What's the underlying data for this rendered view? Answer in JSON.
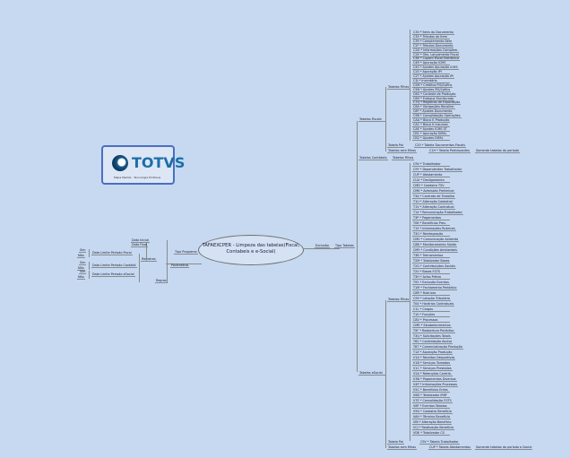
{
  "logo": {
    "brand": "TOTVS",
    "tagline": "Mapa Mental - Tecnologia Protheus"
  },
  "central": {
    "line1": "TAFAEXCPER - Limpeza das tabelas(Fiscal,",
    "line2": "Contabeis e e-Social)"
  },
  "left": {
    "parametros": "Parâmetros",
    "tipo_programa": "Tipo Programa",
    "registros": "Registros",
    "regras": "Regras",
    "data_inicio": "Data Inicial",
    "data_fim": "Data Final",
    "filial": [
      "Data Limite Período Fiscal",
      "Data Limite Período Contábil",
      "Data Limite Período eSocial"
    ],
    "sim": "Sim",
    "nao": "Não"
  },
  "right": {
    "exclusao": "Exclusão",
    "tipo_tabelas": "Tipo Tabelas",
    "fiscais": "Tabelas Fiscais",
    "contabeis": "Tabelas Contábeis",
    "esocial": "Tabelas eSocial",
    "filhas": "Tabelas Filhas",
    "pai": "Tabela Pai",
    "pai_val": "C20 * Tabela Documentos Fiscais",
    "sem_filhas": "Tabelas sem filhas",
    "sem_filhas_val": "C1H * Tabela Participantes",
    "obs": "Somente tabelas do período",
    "ctb_filhas": "Tabelas Filhas",
    "fiscal_items": [
      "C30 * Itens do Documento",
      "C35 * Tributos do Item",
      "C39 * Complemento Item",
      "C2F * Tributos Documento",
      "C2D * Informações Complem.",
      "C2K * Obs. Lançamento Fiscal",
      "C3K * Cupom Fiscal Eletrônico",
      "C4R * Apuração ICMS",
      "C4S * Ajustes Apuração ICMS",
      "C2S * Apuração IPI",
      "C2T * Ajustes Apuração IPI",
      "C3J * Inventário",
      "C5M * Créditos PIS/Cofins",
      "C5N * Ajustes PIS/Cofins",
      "C6G * Controle de Produção",
      "C6H * Estoque Escriturado",
      "C7Q * Registros de Exportação",
      "C8A * Obrigações Recolher",
      "C8F * Ajustes Documento",
      "C9B * Consolidação Operações",
      "CAA * Bloco K Produção",
      "CAC * Bloco K Insumos",
      "CAE * Ajustes ICMS ST",
      "CB1 * Apuração DIFAL",
      "CB2 * Ajustes DIFAL"
    ],
    "esocial_items": [
      "C9V * Trabalhador",
      "C9Y * Dependentes Trabalhador",
      "CUP * Afastamento",
      "CUU * Desligamento",
      "CMD * Cadastro TSV",
      "CM6 * Admissão Preliminar",
      "T3A * Contrato de Trabalho",
      "T1U * Alteração Cadastral",
      "T1V * Alteração Contratual",
      "T14 * Remuneração Trabalhador",
      "T3P * Pagamentos",
      "T06 * Benefícios Prev.",
      "T1S * Informações Rubricas",
      "T3G * Reintegração",
      "CM0 * Comunicação Acidente",
      "C8B * Monitoramento Saúde",
      "CM9 * Condições Ambientais",
      "T3B * Treinamentos",
      "T2M * Totalizador Bases",
      "T2G * Contribuições Sociais",
      "T2V * Bases FGTS",
      "T3H * Aviso Prévio",
      "T92 * Exclusão Eventos",
      "T1M * Fechamento Periódico",
      "C8R * Rubricas",
      "C99 * Lotação Tributária",
      "T04 * Horários Contratuais",
      "C1L * Cargos",
      "T10 * Funções",
      "C8V * Processos",
      "CMR * Estabelecimentos",
      "T5F * Reabertura Periódico",
      "T3Q * Solicitações Totais",
      "T62 * Contratação Avulso",
      "T87 * Comercialização Produção",
      "T1Z * Aquisição Produção",
      "V1A * Receitas Desportivas",
      "V1B * Serviços Tomados",
      "V1C * Serviços Prestados",
      "V2A * Retenções Contrib.",
      "V3N * Pagamentos Diversos",
      "V4P * Informações Processos",
      "V5C * Benefícios Entes",
      "V6D * Totalizador IRRF",
      "V7E * Consolidação FGTS",
      "V8F * Eventos Tabelas",
      "V9G * Cadastro Benefício",
      "VAH * Término Benefício",
      "VBI * Alteração Benefício",
      "VCJ * Reativação Benefício",
      "VDK * Totalizador CS"
    ],
    "esocial_pai_val": "C9V * Tabela Trabalhador",
    "esocial_sem_val": "CUP * Tabela Afastamentos",
    "esocial_obs": "Somente tabelas do período e-Social"
  }
}
